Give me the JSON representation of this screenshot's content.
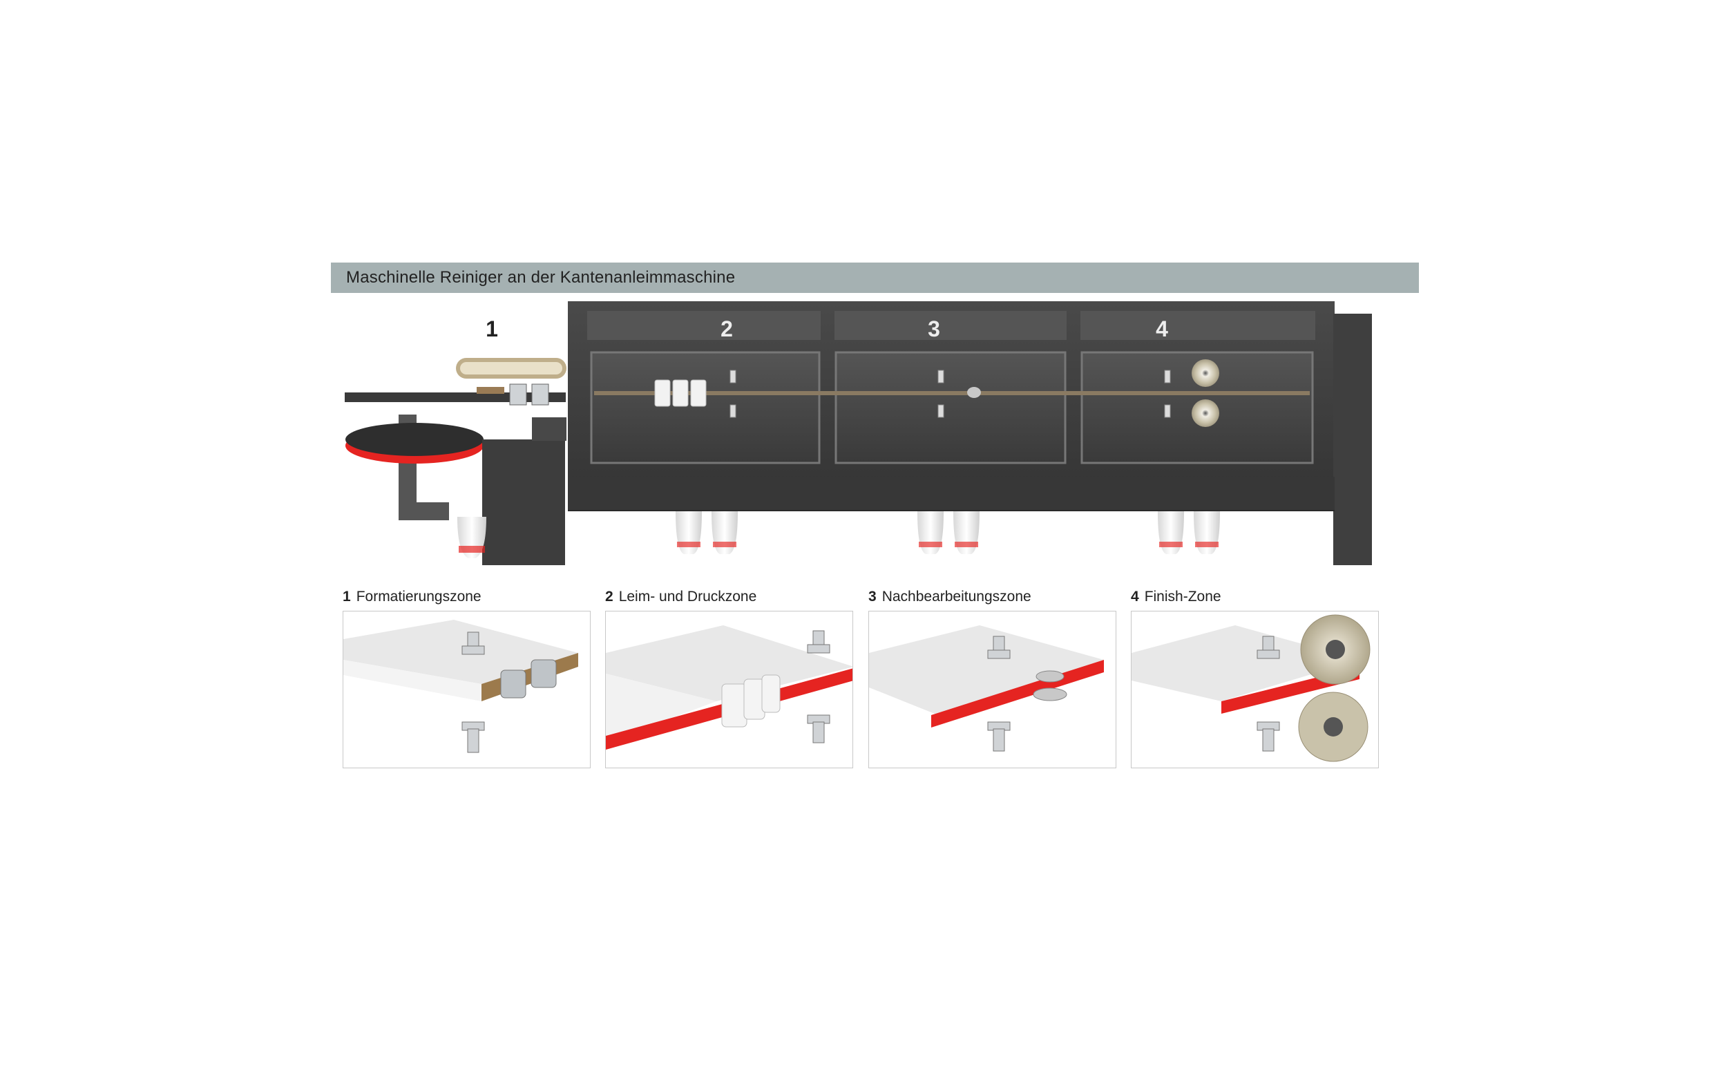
{
  "title": "Maschinelle Reiniger an der Kantenanleimmaschine",
  "machine": {
    "zone_labels": [
      "1",
      "2",
      "3",
      "4"
    ]
  },
  "zones": [
    {
      "num": "1",
      "name": "Formatierungszone"
    },
    {
      "num": "2",
      "name": "Leim- und Druckzone"
    },
    {
      "num": "3",
      "name": "Nachbearbeitungszone"
    },
    {
      "num": "4",
      "name": "Finish-Zone"
    }
  ],
  "colors": {
    "title_bar": "#a5b1b2",
    "machine_dark": "#3c3c3c",
    "accent_red": "#e52421",
    "board_white": "#e6e6e6"
  }
}
